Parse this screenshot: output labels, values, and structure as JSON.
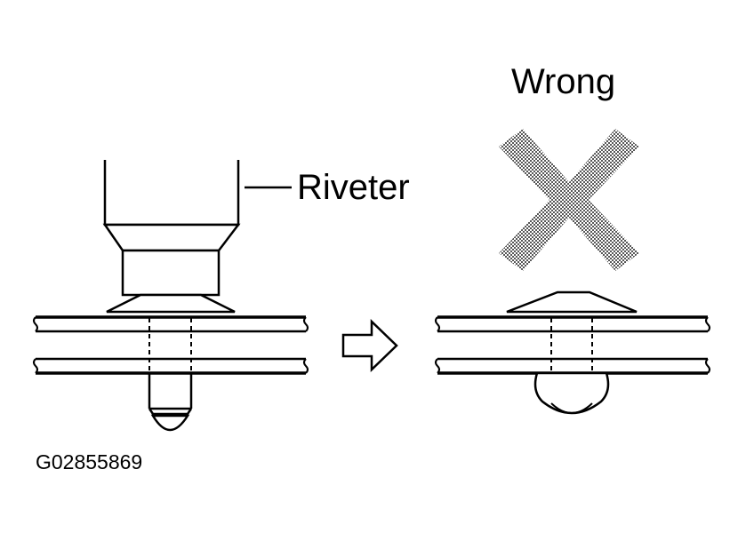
{
  "labels": {
    "riveter": "Riveter",
    "wrong": "Wrong",
    "figure_id": "G02855869"
  },
  "icons": {
    "wrong_mark": "x-cross-icon",
    "step_arrow": "right-arrow-icon"
  },
  "colors": {
    "line": "#000000",
    "cross_fill": "#9a9a9a",
    "background": "#ffffff"
  }
}
